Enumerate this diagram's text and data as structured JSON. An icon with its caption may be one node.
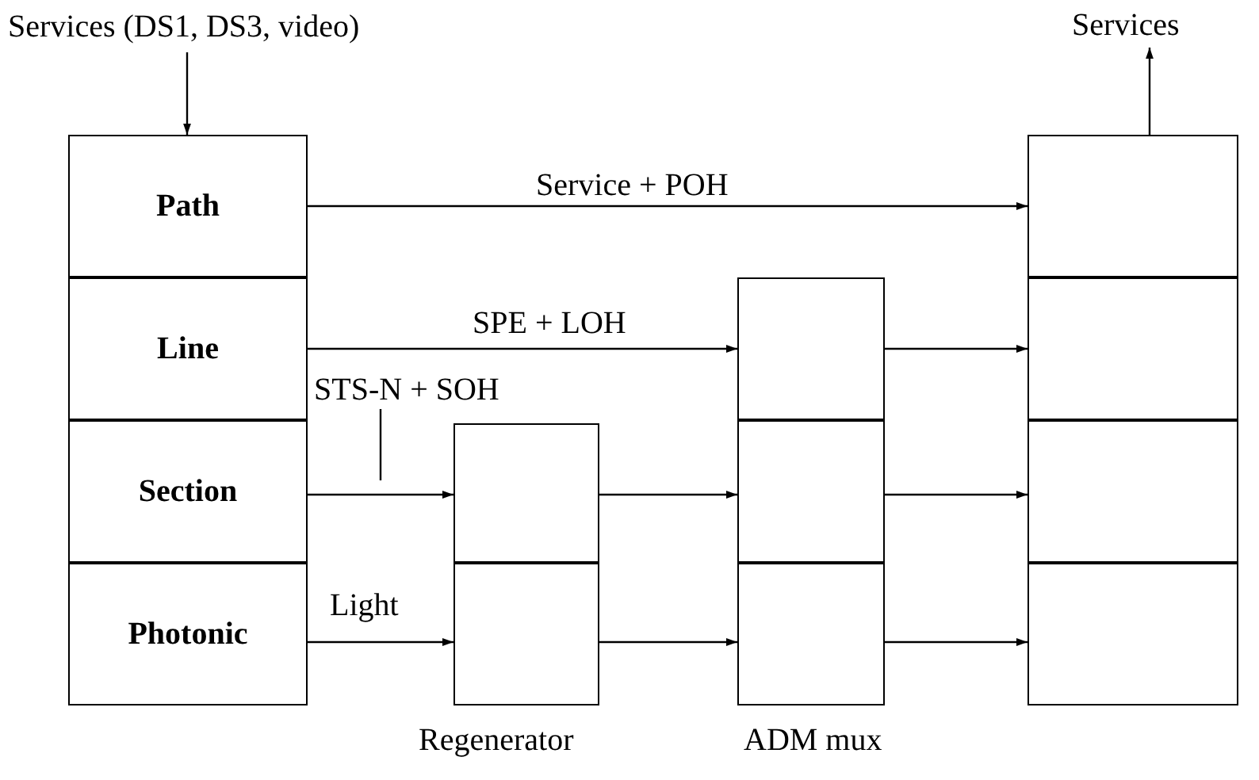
{
  "diagram": {
    "nodes": [
      {
        "text": [
          "Services (DS1, DS3, video)"
        ]
      },
      {
        "text": [
          "Path"
        ]
      },
      {
        "text": [
          "Line"
        ]
      },
      {
        "text": [
          "Section"
        ]
      },
      {
        "text": [
          "Photonic"
        ]
      },
      {
        "text": [],
        "shape": "box"
      },
      {
        "text": [],
        "shape": "box"
      },
      {
        "text": [],
        "shape": "box"
      },
      {
        "text": [],
        "shape": "box"
      },
      {
        "text": [
          "Services"
        ]
      },
      {
        "text": [],
        "shape": "box"
      },
      {
        "text": [],
        "shape": "box"
      },
      {
        "text": [],
        "shape": "box",
        "beside": [
          "ADM mux"
        ]
      },
      {
        "text": [],
        "shape": "box"
      },
      {
        "text": [],
        "shape": "box",
        "beside": [
          "Regenerator"
        ]
      },
      {
        "text": [
          "STS-N + SOH"
        ]
      }
    ],
    "edges": [
      {
        "from": 0,
        "to": 1,
        "arrow": "to"
      },
      {
        "from": 1,
        "to": 5,
        "arrow": "to",
        "label": "Service + POH"
      },
      {
        "from": 2,
        "to": 10,
        "arrow": "to",
        "label": "SPE + LOH"
      },
      {
        "from": 10,
        "to": 6,
        "arrow": "to"
      },
      {
        "from": 3,
        "to": 13,
        "arrow": "to"
      },
      {
        "from": 13,
        "to": 11,
        "arrow": "to"
      },
      {
        "from": 11,
        "to": 7,
        "arrow": "to"
      },
      {
        "from": 4,
        "to": 14,
        "arrow": "to",
        "label": "Light"
      },
      {
        "from": 14,
        "to": 12,
        "arrow": "to"
      },
      {
        "from": 12,
        "to": 8,
        "arrow": "to"
      },
      {
        "from": 5,
        "to": 9,
        "arrow": "to"
      },
      {
        "from": 15,
        "to": null,
        "arrow": "none"
      }
    ]
  }
}
